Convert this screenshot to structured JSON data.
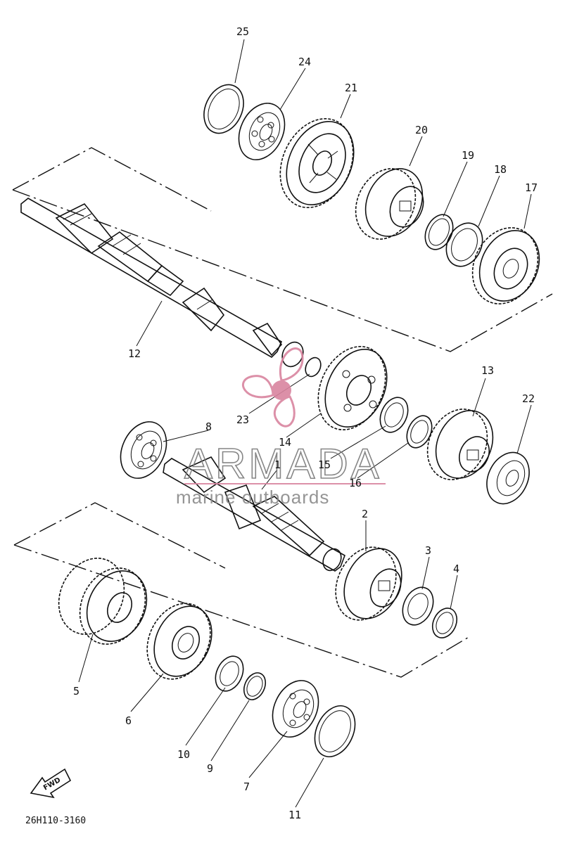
{
  "diagram": {
    "part_code": "26H110-3160",
    "fwd_label": "FWD",
    "watermark": {
      "brand": "ARMADA",
      "tagline": "marine outboards",
      "color": "#d9849f"
    },
    "callouts": [
      "1",
      "2",
      "3",
      "4",
      "5",
      "6",
      "7",
      "8",
      "10",
      "9",
      "11",
      "12",
      "13",
      "14",
      "15",
      "16",
      "17",
      "18",
      "19",
      "20",
      "21",
      "22",
      "23",
      "24",
      "25"
    ]
  }
}
